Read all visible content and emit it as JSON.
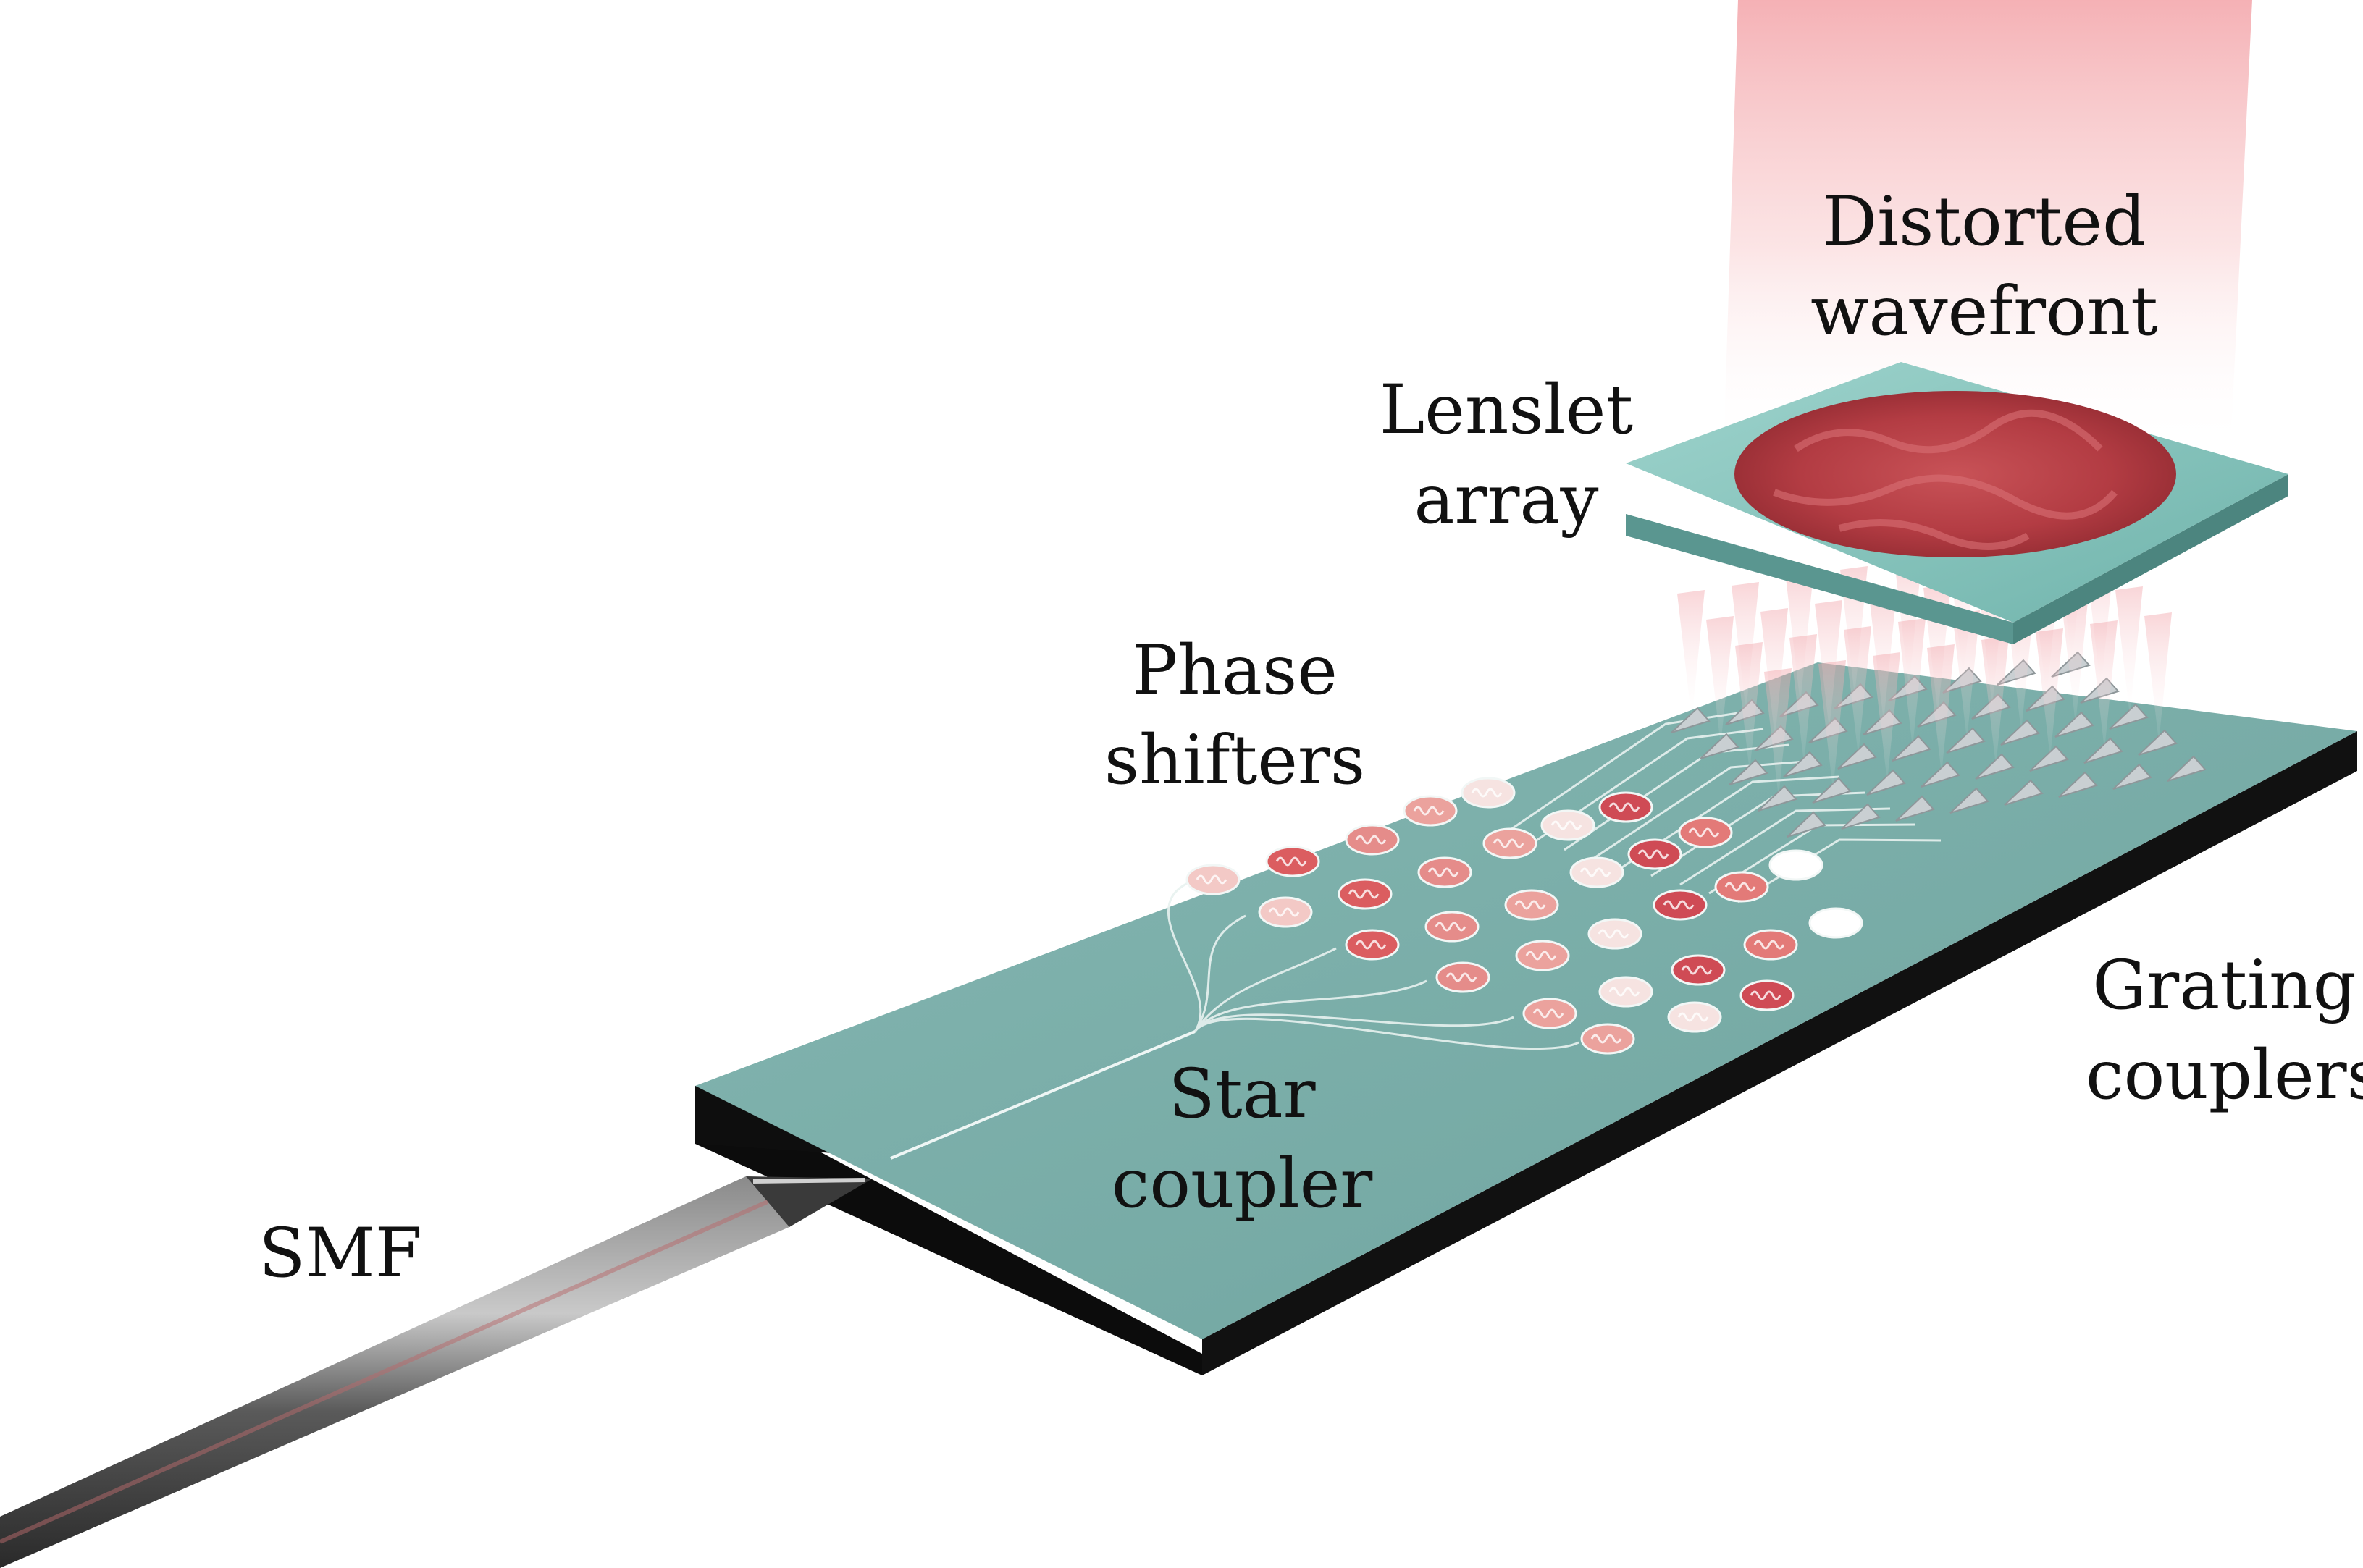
{
  "labels": {
    "distorted_wavefront": [
      "Distorted",
      "wavefront"
    ],
    "lenslet_array": [
      "Lenslet",
      "array"
    ],
    "phase_shifters": [
      "Phase",
      "shifters"
    ],
    "grating_couplers": [
      "Grating",
      "couplers"
    ],
    "star_coupler": [
      "Star",
      "coupler"
    ],
    "smf": "SMF"
  },
  "colors": {
    "chip_top": "#7fb0ab",
    "chip_side": "#0c0c0c",
    "lenslet_glass": "#8cc7c0",
    "wavefront_red": "#b94348",
    "beam_red": "#f3a3a8",
    "fiber": "#555555",
    "waveguide": "#e8f2f0",
    "grating_coupler": "#c9cfd2"
  },
  "shifter_shades": [
    "#f3c9c6",
    "#eba29d",
    "#e37a78",
    "#db5d60",
    "#f6e3e1",
    "#ffffff",
    "#e58c8a",
    "#cf4b55"
  ]
}
